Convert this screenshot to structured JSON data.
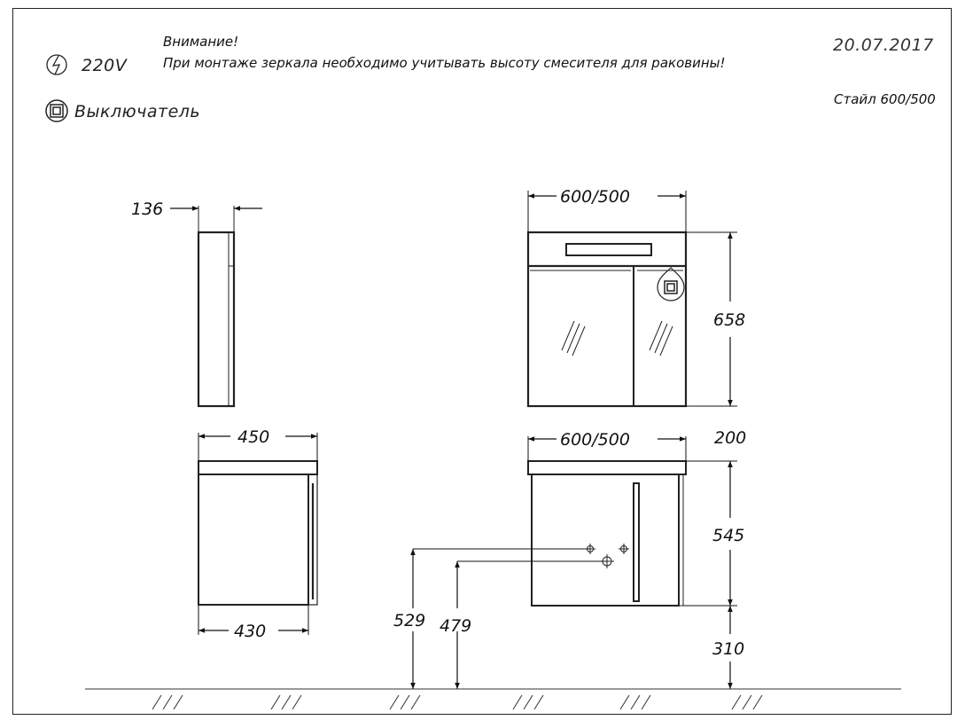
{
  "header": {
    "warning_title": "Внимание!",
    "warning_text": "При монтаже зеркала необходимо учитывать высоту смесителя для раковины!",
    "date": "20.07.2017",
    "model": "Стайл 600/500"
  },
  "legend": {
    "power": {
      "icon": "lightning-in-circle-icon",
      "label": "220V"
    },
    "switch": {
      "icon": "square-switch-icon",
      "label": "Выключатель"
    }
  },
  "dimensions": {
    "mirror_depth": "136",
    "mirror_width": "600/500",
    "mirror_height": "658",
    "vanity_depth_top": "450",
    "vanity_depth_bottom": "430",
    "vanity_width": "600/500",
    "vanity_top_gap": "200",
    "vanity_height": "545",
    "vanity_floor_clearance": "310",
    "pipe_height_1": "529",
    "pipe_height_2": "479"
  }
}
